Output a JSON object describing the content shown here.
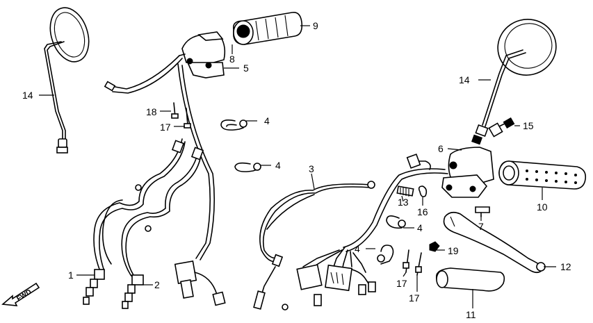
{
  "diagram": {
    "callouts": [
      {
        "id": "c1",
        "text": "1"
      },
      {
        "id": "c2",
        "text": "2"
      },
      {
        "id": "c3",
        "text": "3"
      },
      {
        "id": "c4a",
        "text": "4"
      },
      {
        "id": "c4b",
        "text": "4"
      },
      {
        "id": "c4c",
        "text": "4"
      },
      {
        "id": "c4d",
        "text": "4"
      },
      {
        "id": "c5",
        "text": "5"
      },
      {
        "id": "c6",
        "text": "6"
      },
      {
        "id": "c7",
        "text": "7"
      },
      {
        "id": "c8",
        "text": "8"
      },
      {
        "id": "c9",
        "text": "9"
      },
      {
        "id": "c10",
        "text": "10"
      },
      {
        "id": "c11",
        "text": "11"
      },
      {
        "id": "c12",
        "text": "12"
      },
      {
        "id": "c13",
        "text": "13"
      },
      {
        "id": "c14a",
        "text": "14"
      },
      {
        "id": "c14b",
        "text": "14"
      },
      {
        "id": "c15",
        "text": "15"
      },
      {
        "id": "c16",
        "text": "16"
      },
      {
        "id": "c17a",
        "text": "17"
      },
      {
        "id": "c17b",
        "text": "17"
      },
      {
        "id": "c17c",
        "text": "17"
      },
      {
        "id": "c18",
        "text": "18"
      },
      {
        "id": "c19",
        "text": "19"
      }
    ],
    "direction_label": "FWD"
  }
}
